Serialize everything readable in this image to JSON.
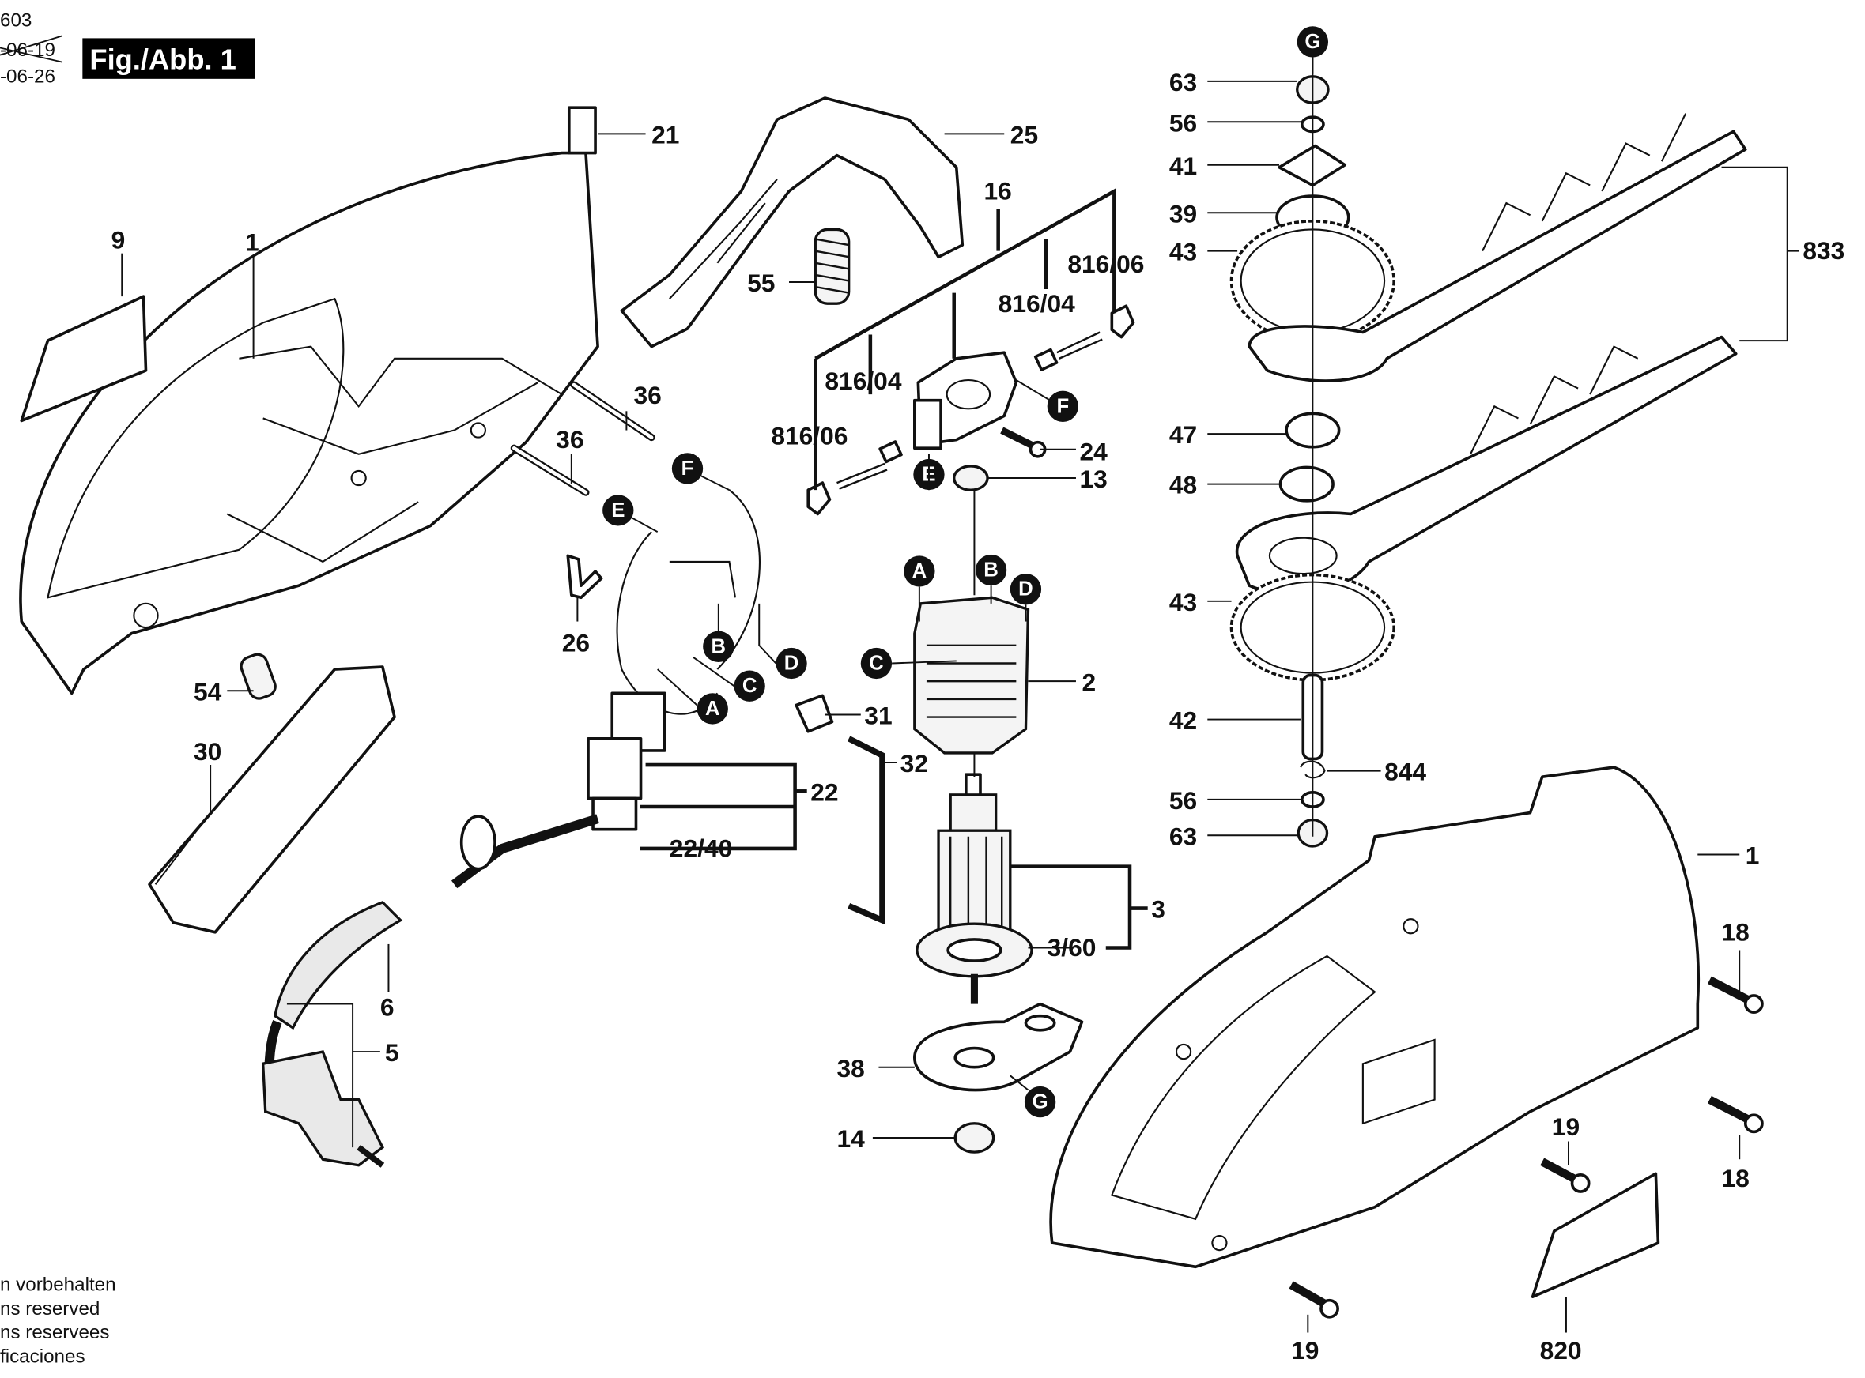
{
  "header": {
    "drawing_number_partial": "603",
    "date_old_struck": "-06-19",
    "date_current": "-06-26",
    "figure_label": "Fig./Abb. 1"
  },
  "footer": {
    "lines": [
      "n vorbehalten",
      "ns reserved",
      "ns reservees",
      "ficaciones"
    ]
  },
  "callouts": {
    "p1_left": "1",
    "p9": "9",
    "p21": "21",
    "p25": "25",
    "p16": "16",
    "p55": "55",
    "p816_06_a": "816/06",
    "p816_04_a": "816/04",
    "p816_04_b": "816/04",
    "p816_06_b": "816/06",
    "p36_a": "36",
    "p36_b": "36",
    "p24": "24",
    "p13": "13",
    "p26": "26",
    "p54": "54",
    "p30": "30",
    "p31": "31",
    "p32": "32",
    "p22": "22",
    "p22_40": "22/40",
    "p2": "2",
    "p3": "3",
    "p3_60": "3/60",
    "p6": "6",
    "p5": "5",
    "p38": "38",
    "p14": "14",
    "p63_top": "63",
    "p56_top": "56",
    "p41": "41",
    "p39": "39",
    "p43_top": "43",
    "p833": "833",
    "p47": "47",
    "p48": "48",
    "p43_bottom": "43",
    "p42": "42",
    "p844": "844",
    "p56_bottom": "56",
    "p63_bottom": "63",
    "p1_right": "1",
    "p18_a": "18",
    "p18_b": "18",
    "p19_a": "19",
    "p19_b": "19",
    "p820": "820"
  },
  "connectors": {
    "A": "A",
    "B": "B",
    "C": "C",
    "D": "D",
    "E": "E",
    "F": "F",
    "G": "G"
  }
}
